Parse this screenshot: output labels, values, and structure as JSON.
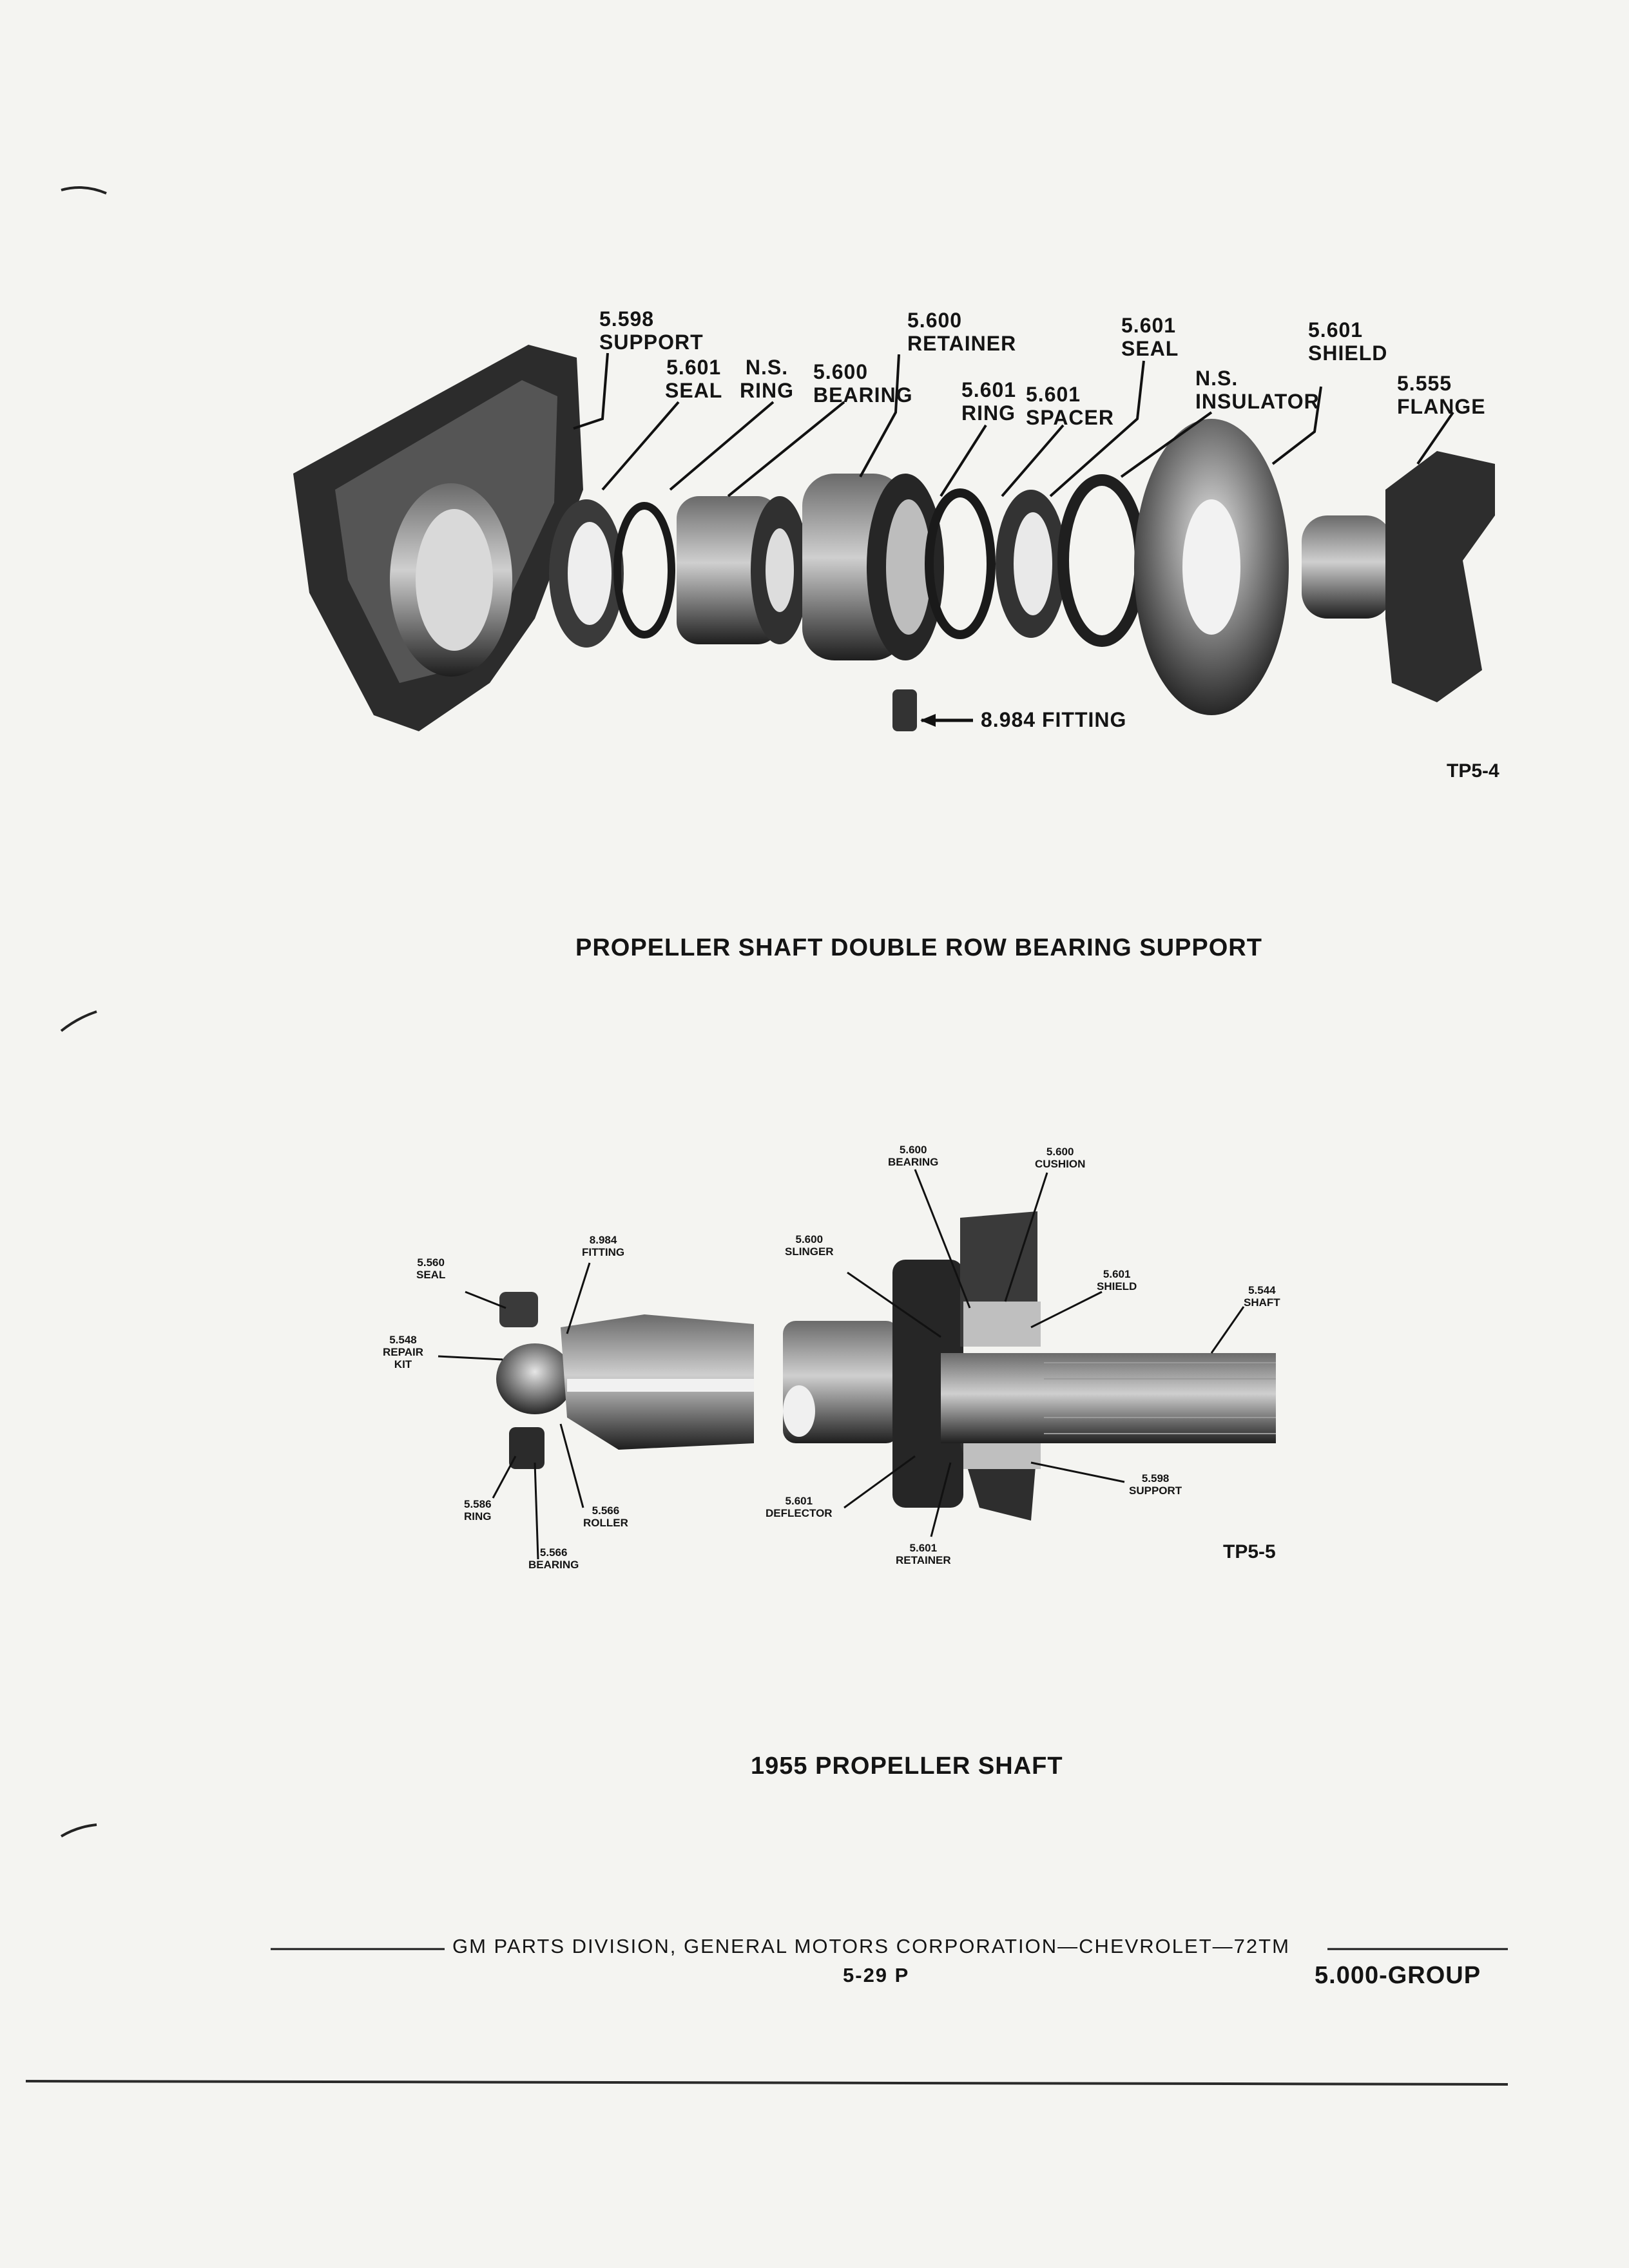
{
  "figure1": {
    "caption": "PROPELLER SHAFT DOUBLE ROW BEARING SUPPORT",
    "code": "TP5-4",
    "labels": {
      "support": [
        "5.598",
        "SUPPORT"
      ],
      "seal1": [
        "5.601",
        "SEAL"
      ],
      "ns_ring": [
        "N.S.",
        "RING"
      ],
      "bearing": [
        "5.600",
        "BEARING"
      ],
      "retainer": [
        "5.600",
        "RETAINER"
      ],
      "ring": [
        "5.601",
        "RING"
      ],
      "spacer": [
        "5.601",
        "SPACER"
      ],
      "seal2": [
        "5.601",
        "SEAL"
      ],
      "insulator": [
        "N.S.",
        "INSULATOR"
      ],
      "shield": [
        "5.601",
        "SHIELD"
      ],
      "flange": [
        "5.555",
        "FLANGE"
      ],
      "fitting": "8.984 FITTING"
    }
  },
  "figure2": {
    "caption": "1955 PROPELLER SHAFT",
    "code": "TP5-5",
    "labels": {
      "seal": [
        "5.560",
        "SEAL"
      ],
      "fitting": [
        "8.984",
        "FITTING"
      ],
      "repair": [
        "5.548",
        "REPAIR",
        "KIT"
      ],
      "ring": [
        "5.586",
        "RING"
      ],
      "bearing_l": [
        "5.566",
        "BEARING"
      ],
      "roller": [
        "5.566",
        "ROLLER"
      ],
      "bearing": [
        "5.600",
        "BEARING"
      ],
      "cushion": [
        "5.600",
        "CUSHION"
      ],
      "slinger": [
        "5.600",
        "SLINGER"
      ],
      "shield": [
        "5.601",
        "SHIELD"
      ],
      "shaft": [
        "5.544",
        "SHAFT"
      ],
      "deflector": [
        "5.601",
        "DEFLECTOR"
      ],
      "retainer": [
        "5.601",
        "RETAINER"
      ],
      "support": [
        "5.598",
        "SUPPORT"
      ]
    }
  },
  "footer": {
    "publisher": "GM PARTS DIVISION, GENERAL MOTORS CORPORATION—CHEVROLET—72TM",
    "page": "5-29  P",
    "group": "5.000-GROUP"
  }
}
